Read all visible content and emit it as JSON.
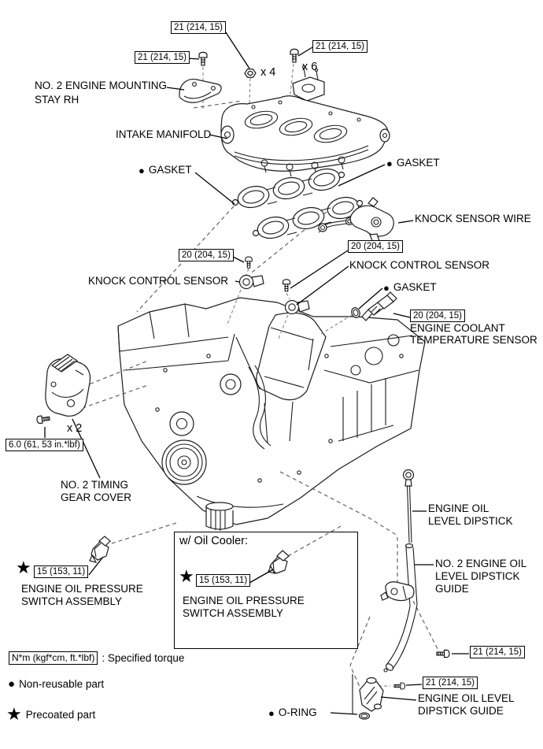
{
  "symbols": {
    "non_reusable_bullet": "●",
    "precoated_star": "★"
  },
  "torque": {
    "t21": "21 (214, 15)",
    "t20": "20 (204, 15)",
    "t15": "15 (153, 11)",
    "t60": "6.0 (61, 53 in.*lbf)"
  },
  "counts": {
    "x2": "x 2",
    "x4": "x 4",
    "x6": "x 6"
  },
  "parts": {
    "mounting_stay": "NO. 2 ENGINE MOUNTING\nSTAY RH",
    "intake_manifold": "INTAKE MANIFOLD",
    "gasket": "GASKET",
    "knock_sensor_wire": "KNOCK SENSOR WIRE",
    "knock_control_sensor": "KNOCK CONTROL SENSOR",
    "coolant_sensor": "ENGINE COOLANT\nTEMPERATURE SENSOR",
    "timing_gear_cover": "NO. 2 TIMING\nGEAR COVER",
    "oil_pressure_switch": "ENGINE OIL PRESSURE\nSWITCH ASSEMBLY",
    "oil_cooler_heading": "w/ Oil Cooler:",
    "oil_level_dipstick": "ENGINE OIL\nLEVEL DIPSTICK",
    "no2_dipstick_guide": "NO. 2 ENGINE OIL\nLEVEL DIPSTICK\nGUIDE",
    "o_ring": "O-RING",
    "dipstick_guide": "ENGINE OIL LEVEL\nDIPSTICK GUIDE"
  },
  "legend": {
    "torque_unit": "N*m (kgf*cm, ft.*lbf)",
    "torque_desc": ": Specified torque",
    "non_reusable": "Non-reusable part",
    "precoated": "Precoated part"
  }
}
